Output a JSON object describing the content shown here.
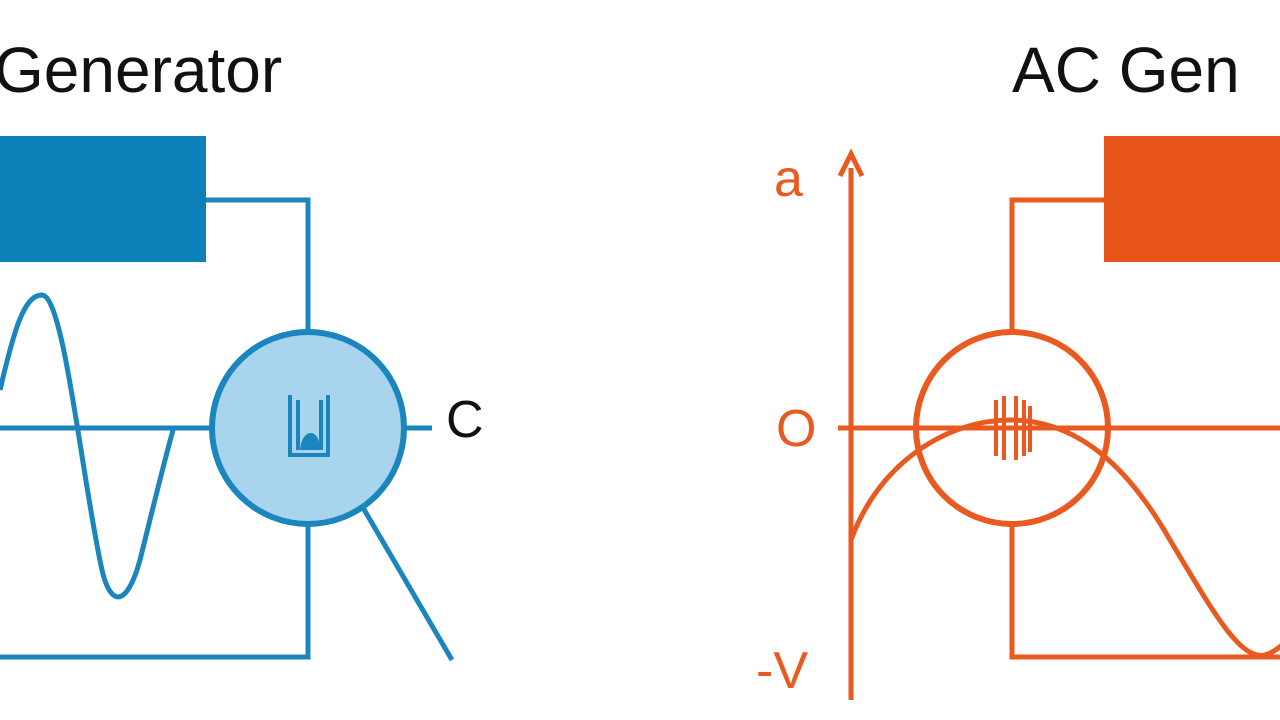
{
  "left_panel": {
    "title": "Generator",
    "terminal_label": "C",
    "color": "#1a86bd",
    "fill_color": "#a8d4ee"
  },
  "right_panel": {
    "title": "AC Gen",
    "axis_top_label": "a",
    "axis_mid_label": "O",
    "axis_bottom_label": "-V",
    "color": "#e85a1f"
  }
}
